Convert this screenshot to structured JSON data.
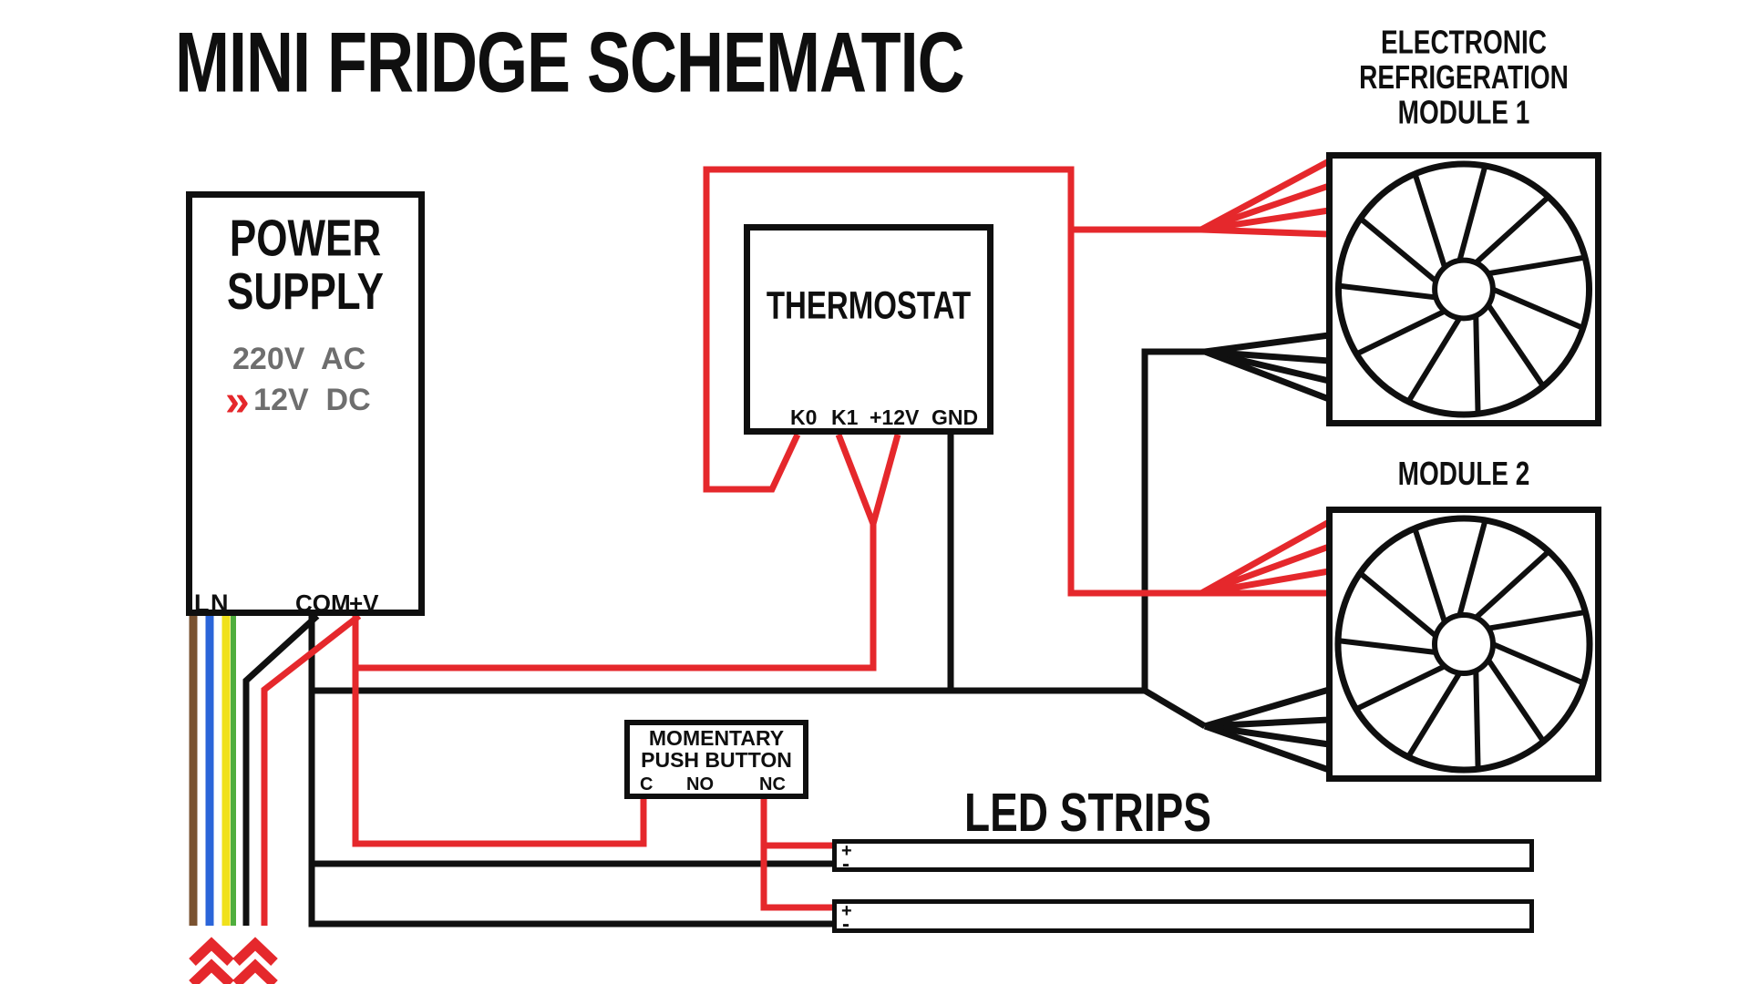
{
  "title": "MINI FRIDGE SCHEMATIC",
  "colors": {
    "wire_red": "#e5282c",
    "wire_black": "#101010",
    "label_gray": "#6e6e6e",
    "mains_brown": "#7a5230",
    "mains_blue": "#2b65d9",
    "mains_yellow": "#f0e11c",
    "mains_green": "#4fae3d"
  },
  "power_supply": {
    "name_line1": "POWER",
    "name_line2": "SUPPLY",
    "rating_ac": "220V  AC",
    "dc_chevron": "»",
    "rating_dc": "12V  DC",
    "terminals": {
      "l": "L",
      "n": "N",
      "com": "COM",
      "plus_v": "+V"
    }
  },
  "thermostat": {
    "name": "THERMOSTAT",
    "terminals": {
      "k0": "K0",
      "k1": "K1",
      "plus12v": "+12V",
      "gnd": "GND"
    }
  },
  "module1": {
    "label_lines": [
      "ELECTRONIC",
      "REFRIGERATION",
      "MODULE 1"
    ]
  },
  "module2": {
    "label": "MODULE 2"
  },
  "push_button": {
    "name_line1": "MOMENTARY",
    "name_line2": "PUSH BUTTON",
    "terminals": {
      "c": "C",
      "no": "NO",
      "nc": "NC"
    }
  },
  "led_strips": {
    "label": "LED STRIPS",
    "strip1": {
      "plus": "+",
      "minus": "-"
    },
    "strip2": {
      "plus": "+",
      "minus": "-"
    }
  }
}
